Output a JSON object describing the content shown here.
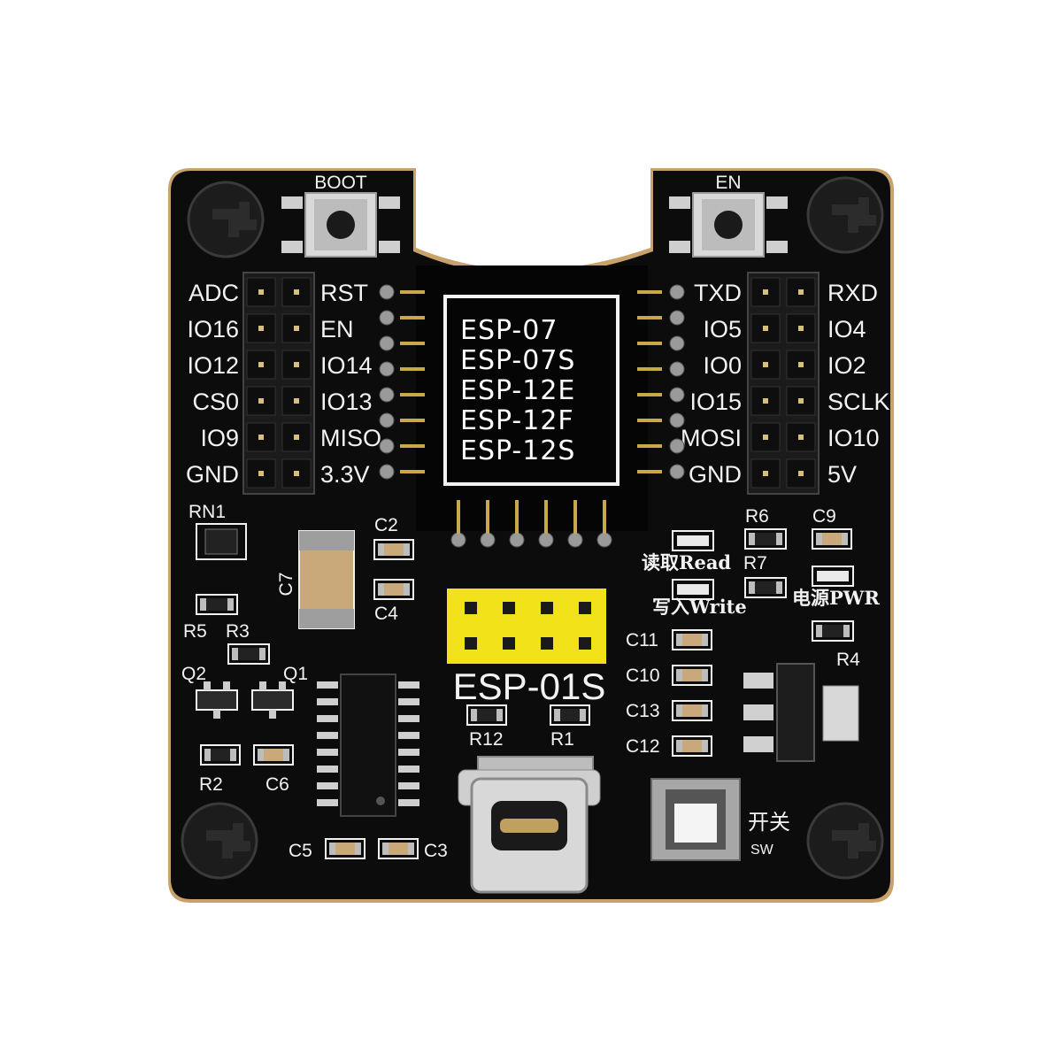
{
  "buttons": {
    "boot": "BOOT",
    "en": "EN"
  },
  "left_header": {
    "left_labels": [
      "ADC",
      "IO16",
      "IO12",
      "CS0",
      "IO9",
      "GND"
    ],
    "right_labels": [
      "RST",
      "EN",
      "IO14",
      "IO13",
      "MISO",
      "3.3V"
    ]
  },
  "right_header": {
    "left_labels": [
      "TXD",
      "IO5",
      "IO0",
      "IO15",
      "MOSI",
      "GND"
    ],
    "right_labels": [
      "RXD",
      "IO4",
      "IO2",
      "SCLK",
      "IO10",
      "5V"
    ]
  },
  "module_box": [
    "ESP-07",
    "ESP-07S",
    "ESP-12E",
    "ESP-12F",
    "ESP-12S"
  ],
  "esp01s_label": "ESP-01S",
  "leds": {
    "read": "读取Read",
    "write": "写入Write",
    "power": "电源PWR"
  },
  "switch": {
    "cn": "开关",
    "en": "SW"
  },
  "components": {
    "rn1": "RN1",
    "c7": "C7",
    "c2": "C2",
    "c4": "C4",
    "r5": "R5",
    "r3": "R3",
    "q2": "Q2",
    "q1": "Q1",
    "r2": "R2",
    "c6": "C6",
    "c5": "C5",
    "c3": "C3",
    "r12": "R12",
    "r1": "R1",
    "r6": "R6",
    "c9": "C9",
    "r7": "R7",
    "r4": "R4",
    "c11": "C11",
    "c10": "C10",
    "c13": "C13",
    "c12": "C12"
  },
  "colors": {
    "board": "#0c0c0c",
    "yellow_header": "#f2e21a",
    "silk": "#f2f2f2",
    "edge": "#c9a26b"
  }
}
